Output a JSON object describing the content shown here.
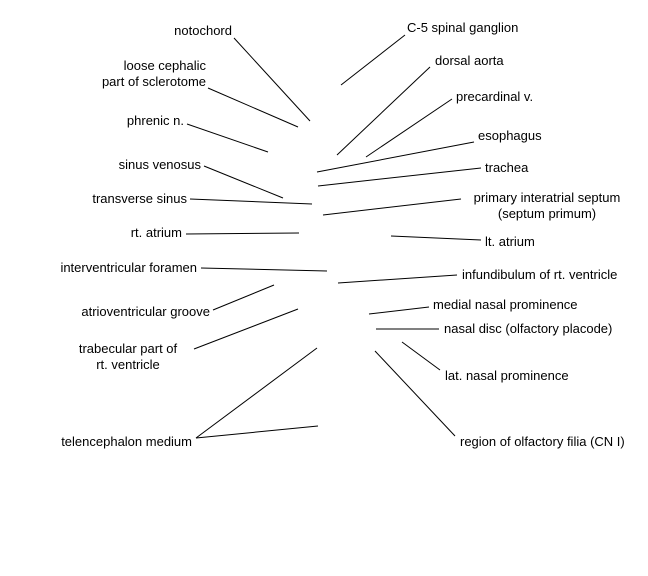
{
  "labels": {
    "notochord": "notochord",
    "loose_cephalic": [
      "loose cephalic",
      "part of sclerotome"
    ],
    "phrenic": "phrenic n.",
    "sinus_venosus": "sinus venosus",
    "transverse_sinus": "transverse sinus",
    "rt_atrium": "rt. atrium",
    "interventricular_foramen": "interventricular foramen",
    "atrioventricular_groove": "atrioventricular groove",
    "trabecular": [
      "trabecular part of",
      "rt. ventricle"
    ],
    "telencephalon": "telencephalon medium",
    "c5_ganglion": "C-5 spinal ganglion",
    "dorsal_aorta": "dorsal aorta",
    "precardinal": "precardinal v.",
    "esophagus": "esophagus",
    "trachea": "trachea",
    "septum_primum": [
      "primary interatrial septum",
      "(septum primum)"
    ],
    "lt_atrium": "lt. atrium",
    "infundibulum": "infundibulum of rt. ventricle",
    "medial_nasal": "medial nasal prominence",
    "nasal_disc": "nasal disc (olfactory placode)",
    "lat_nasal": "lat. nasal prominence",
    "olfactory_filia": "region of olfactory filia (CN I)"
  }
}
